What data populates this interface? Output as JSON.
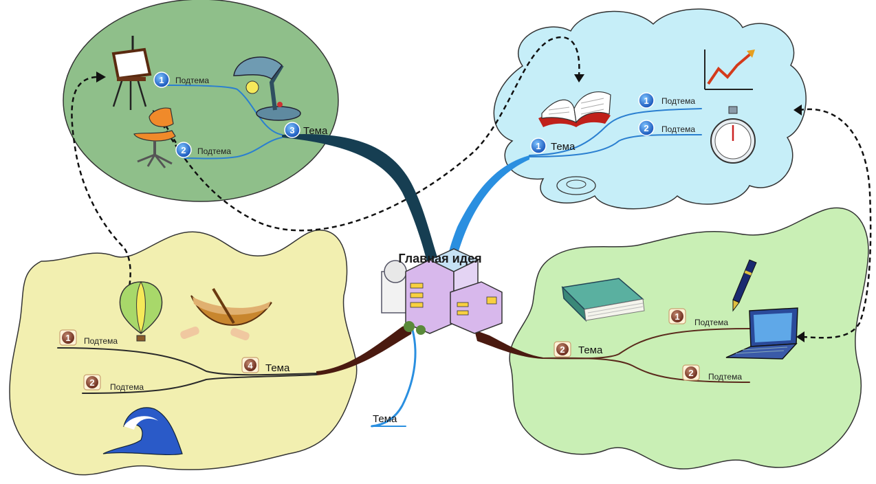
{
  "central": {
    "label": "Главная идея"
  },
  "branches": {
    "top_left": {
      "topic": {
        "number": "3",
        "label": "Тема"
      },
      "subtopics": [
        {
          "number": "1",
          "label": "Подтема"
        },
        {
          "number": "2",
          "label": "Подтема"
        }
      ]
    },
    "top_right": {
      "topic": {
        "number": "1",
        "label": "Тема"
      },
      "subtopics": [
        {
          "number": "1",
          "label": "Подтема"
        },
        {
          "number": "2",
          "label": "Подтема"
        }
      ]
    },
    "bottom_left": {
      "topic": {
        "number": "4",
        "label": "Тема"
      },
      "subtopics": [
        {
          "number": "1",
          "label": "Подтема"
        },
        {
          "number": "2",
          "label": "Подтема"
        }
      ]
    },
    "bottom_right": {
      "topic": {
        "number": "2",
        "label": "Тема"
      },
      "subtopics": [
        {
          "number": "1",
          "label": "Подтема"
        },
        {
          "number": "2",
          "label": "Подтема"
        }
      ]
    },
    "bottom": {
      "topic": {
        "label": "Тема"
      }
    }
  },
  "colors": {
    "top_left_region": "#8fbf8a",
    "top_right_region": "#c6eef8",
    "bottom_left_region": "#f2efb0",
    "bottom_right_region": "#c9efb5",
    "blue_badge": "#1f6fd6",
    "brown_badge": "#8a3a2a",
    "dark_branch": "#163e52",
    "blue_branch": "#2a8fe0",
    "brown_branch": "#4a1a10"
  }
}
